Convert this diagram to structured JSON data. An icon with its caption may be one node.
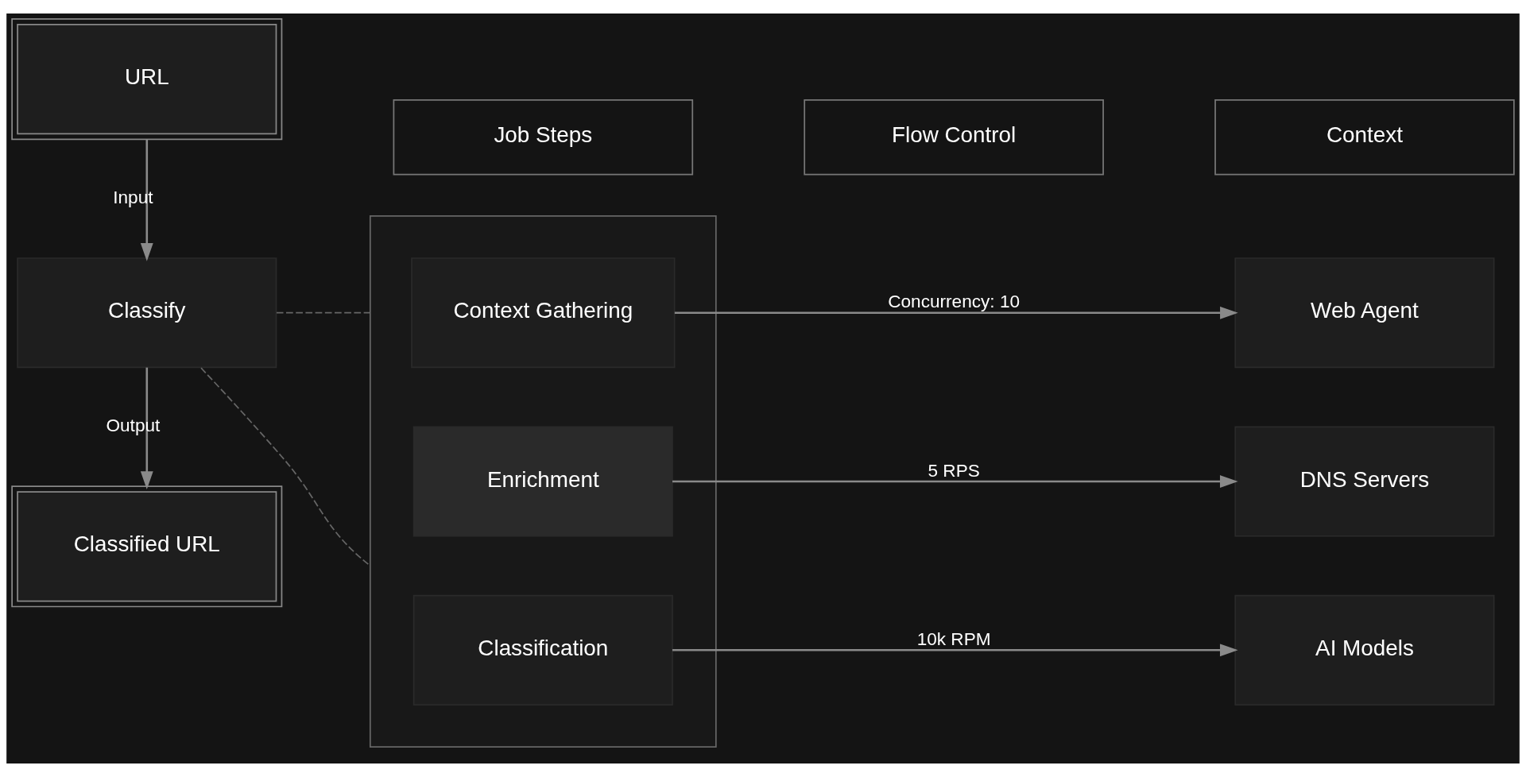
{
  "diagram": {
    "nodes": [
      {
        "text": [
          "URL"
        ]
      },
      {
        "text": [
          "Classify"
        ]
      },
      {
        "text": [
          "Classified URL"
        ]
      },
      {
        "text": [
          "Job Steps"
        ]
      },
      {
        "text": [
          "Flow Control"
        ]
      },
      {
        "text": [
          "Context"
        ]
      },
      {
        "text": [],
        "shape": "box"
      },
      {
        "text": [
          "Context Gathering"
        ],
        "in": 6
      },
      {
        "text": [
          "Enrichment"
        ],
        "in": 6
      },
      {
        "text": [
          "Classification"
        ],
        "in": 6
      },
      {
        "text": [
          "Web Agent"
        ]
      },
      {
        "text": [
          "DNS Servers"
        ]
      },
      {
        "text": [
          "AI Models"
        ]
      }
    ],
    "edges": [
      {
        "from": 0,
        "to": 1,
        "arrow": "to",
        "label": "Input"
      },
      {
        "from": 1,
        "to": 2,
        "arrow": "to",
        "label": "Output"
      },
      {
        "from": 1,
        "to": 6,
        "arrow": "none",
        "style": "dashed"
      },
      {
        "from": 1,
        "to": 6,
        "arrow": "none",
        "style": "dashed"
      },
      {
        "from": 7,
        "to": 10,
        "arrow": "to",
        "label": "Concurrency: 10"
      },
      {
        "from": 8,
        "to": 11,
        "arrow": "to",
        "label": "5 RPS"
      },
      {
        "from": 9,
        "to": 12,
        "arrow": "to",
        "label": "10k RPM"
      }
    ]
  }
}
